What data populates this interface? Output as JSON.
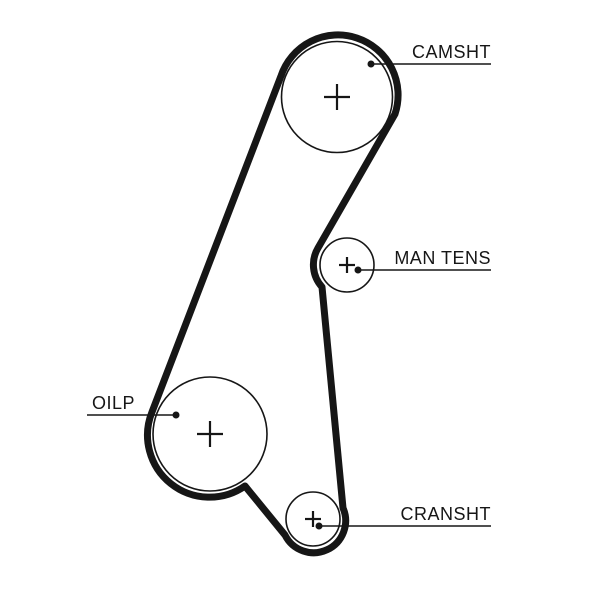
{
  "diagram": {
    "type": "timing-belt-routing",
    "background_color": "#ffffff",
    "line_color": "#161616",
    "labels": {
      "camshaft": "CAMSHT",
      "tensioner": "MAN TENS",
      "oil_pump": "OILP",
      "crankshaft": "CRANSHT"
    },
    "components": [
      {
        "name": "camshaft-pulley",
        "label": "CAMSHT",
        "size": "large",
        "has_center_mark": true
      },
      {
        "name": "manual-tensioner",
        "label": "MAN TENS",
        "size": "small",
        "has_center_mark": true
      },
      {
        "name": "oil-pump-pulley",
        "label": "OILP",
        "size": "large",
        "has_center_mark": true
      },
      {
        "name": "crankshaft-pulley",
        "label": "CRANSHT",
        "size": "small",
        "has_center_mark": true
      }
    ]
  }
}
